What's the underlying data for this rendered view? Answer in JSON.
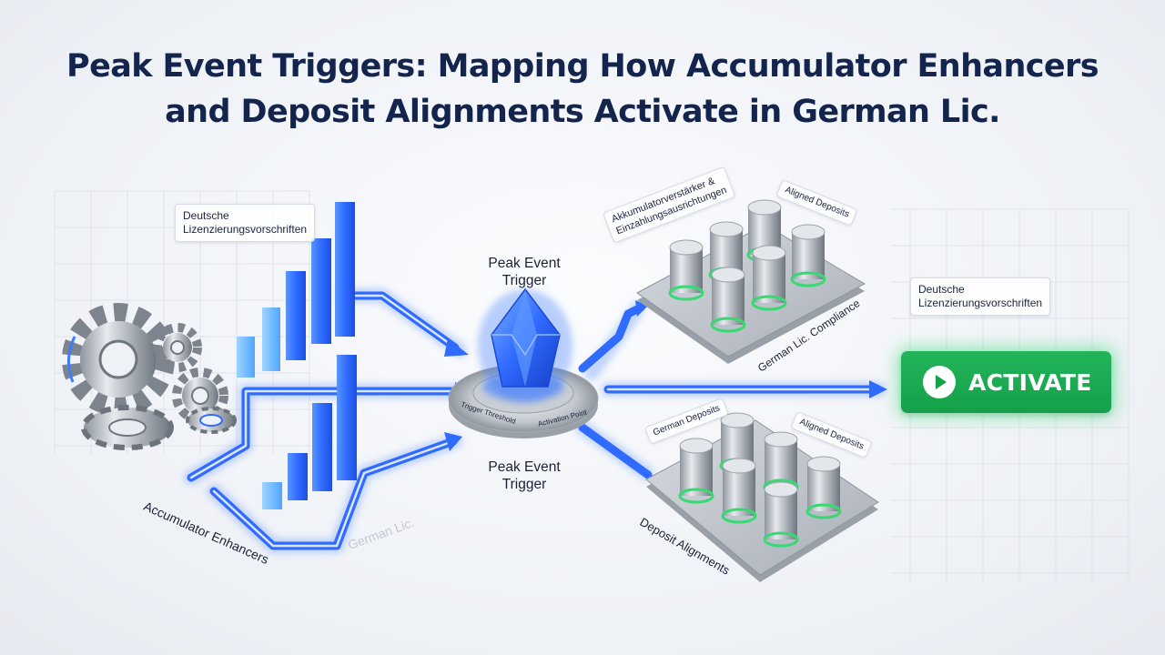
{
  "title": {
    "line1": "Peak Event Triggers: Mapping How Accumulator Enhancers",
    "line2": "and Deposit Alignments Activate in German Lic."
  },
  "cards": {
    "left_license": {
      "line1": "Deutsche",
      "line2": "Lizenzierungsvorschriften"
    },
    "right_license": {
      "line1": "Deutsche",
      "line2": "Lizenzierungsvorschriften"
    }
  },
  "center": {
    "trigger_top": {
      "line1": "Peak Event",
      "line2": "Trigger"
    },
    "trigger_bottom": {
      "line1": "Peak Event",
      "line2": "Trigger"
    },
    "ring_left": "Trigger Threshold",
    "ring_right": "Activation Point"
  },
  "labels": {
    "accumulator_enhancers": "Accumulator Enhancers",
    "german_lic_floor": "German Lic.",
    "accumulator_de": {
      "line1": "Akkumulatorverstärker &",
      "line2": "Einzahlungsausrichtungen"
    },
    "aligned_deposits_top": "Aligned Deposits",
    "german_lic_compliance": "German Lic. Compliance",
    "german_deposits": "German Deposits",
    "aligned_deposits_bottom": "Aligned Deposits",
    "deposit_alignments": "Deposit Alignments"
  },
  "activate_button": {
    "label": "ACTIVATE",
    "icon": "play-icon"
  },
  "colors": {
    "accent_blue": "#2f6bff",
    "activate_green": "#18a64f",
    "title_navy": "#13244d"
  }
}
